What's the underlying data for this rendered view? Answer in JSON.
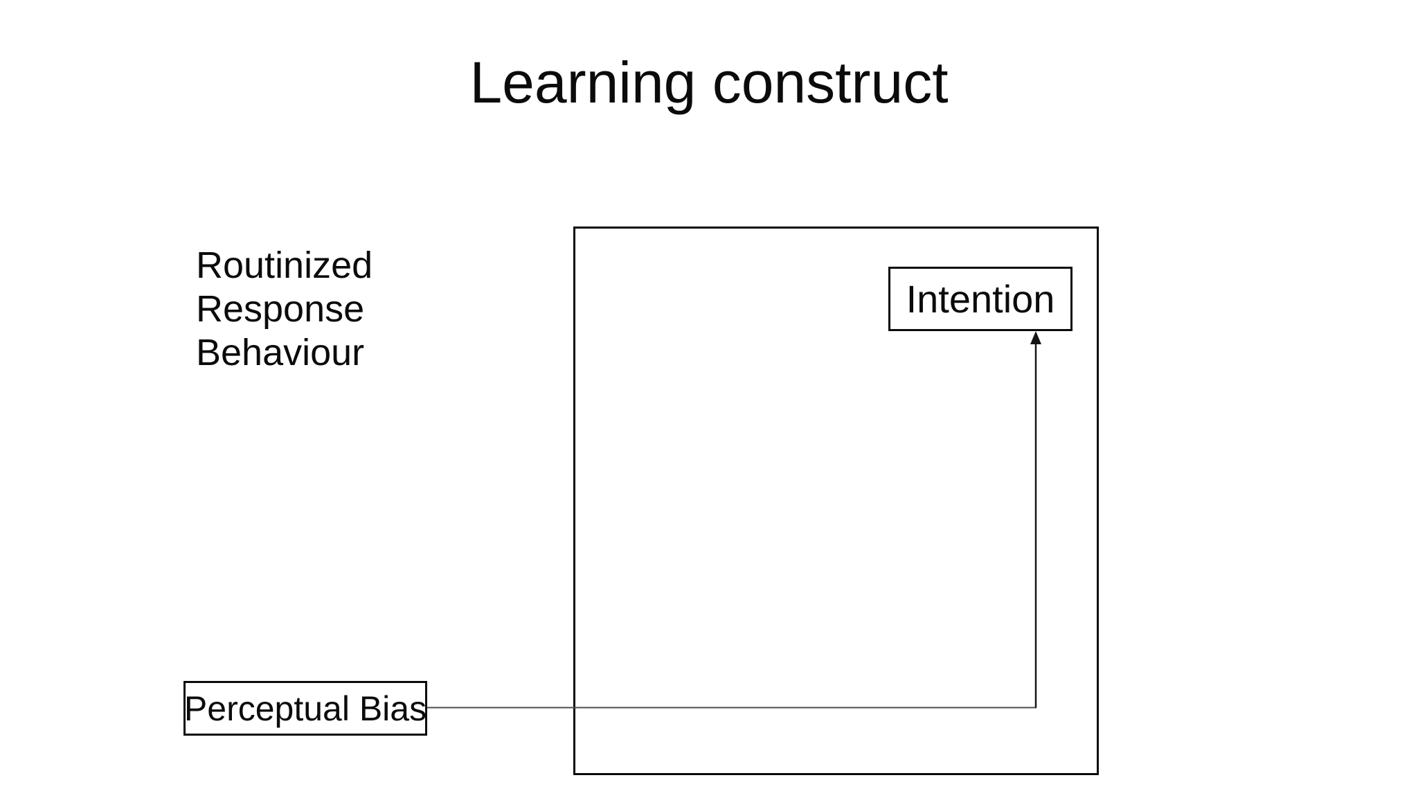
{
  "title": "Learning construct",
  "side_label": "Routinized\nResponse\nBehaviour",
  "boxes": {
    "intention": "Intention",
    "perceptual_bias": "Perceptual Bias"
  },
  "connector": {
    "from": "Perceptual Bias",
    "to": "Intention",
    "style": "elbow-arrow"
  },
  "colors": {
    "background": "#ffffff",
    "text": "#0b0b0b",
    "shape_border": "#0a0a0a",
    "connector_horizontal": "#4d4d4d",
    "connector_vertical": "#141414"
  }
}
